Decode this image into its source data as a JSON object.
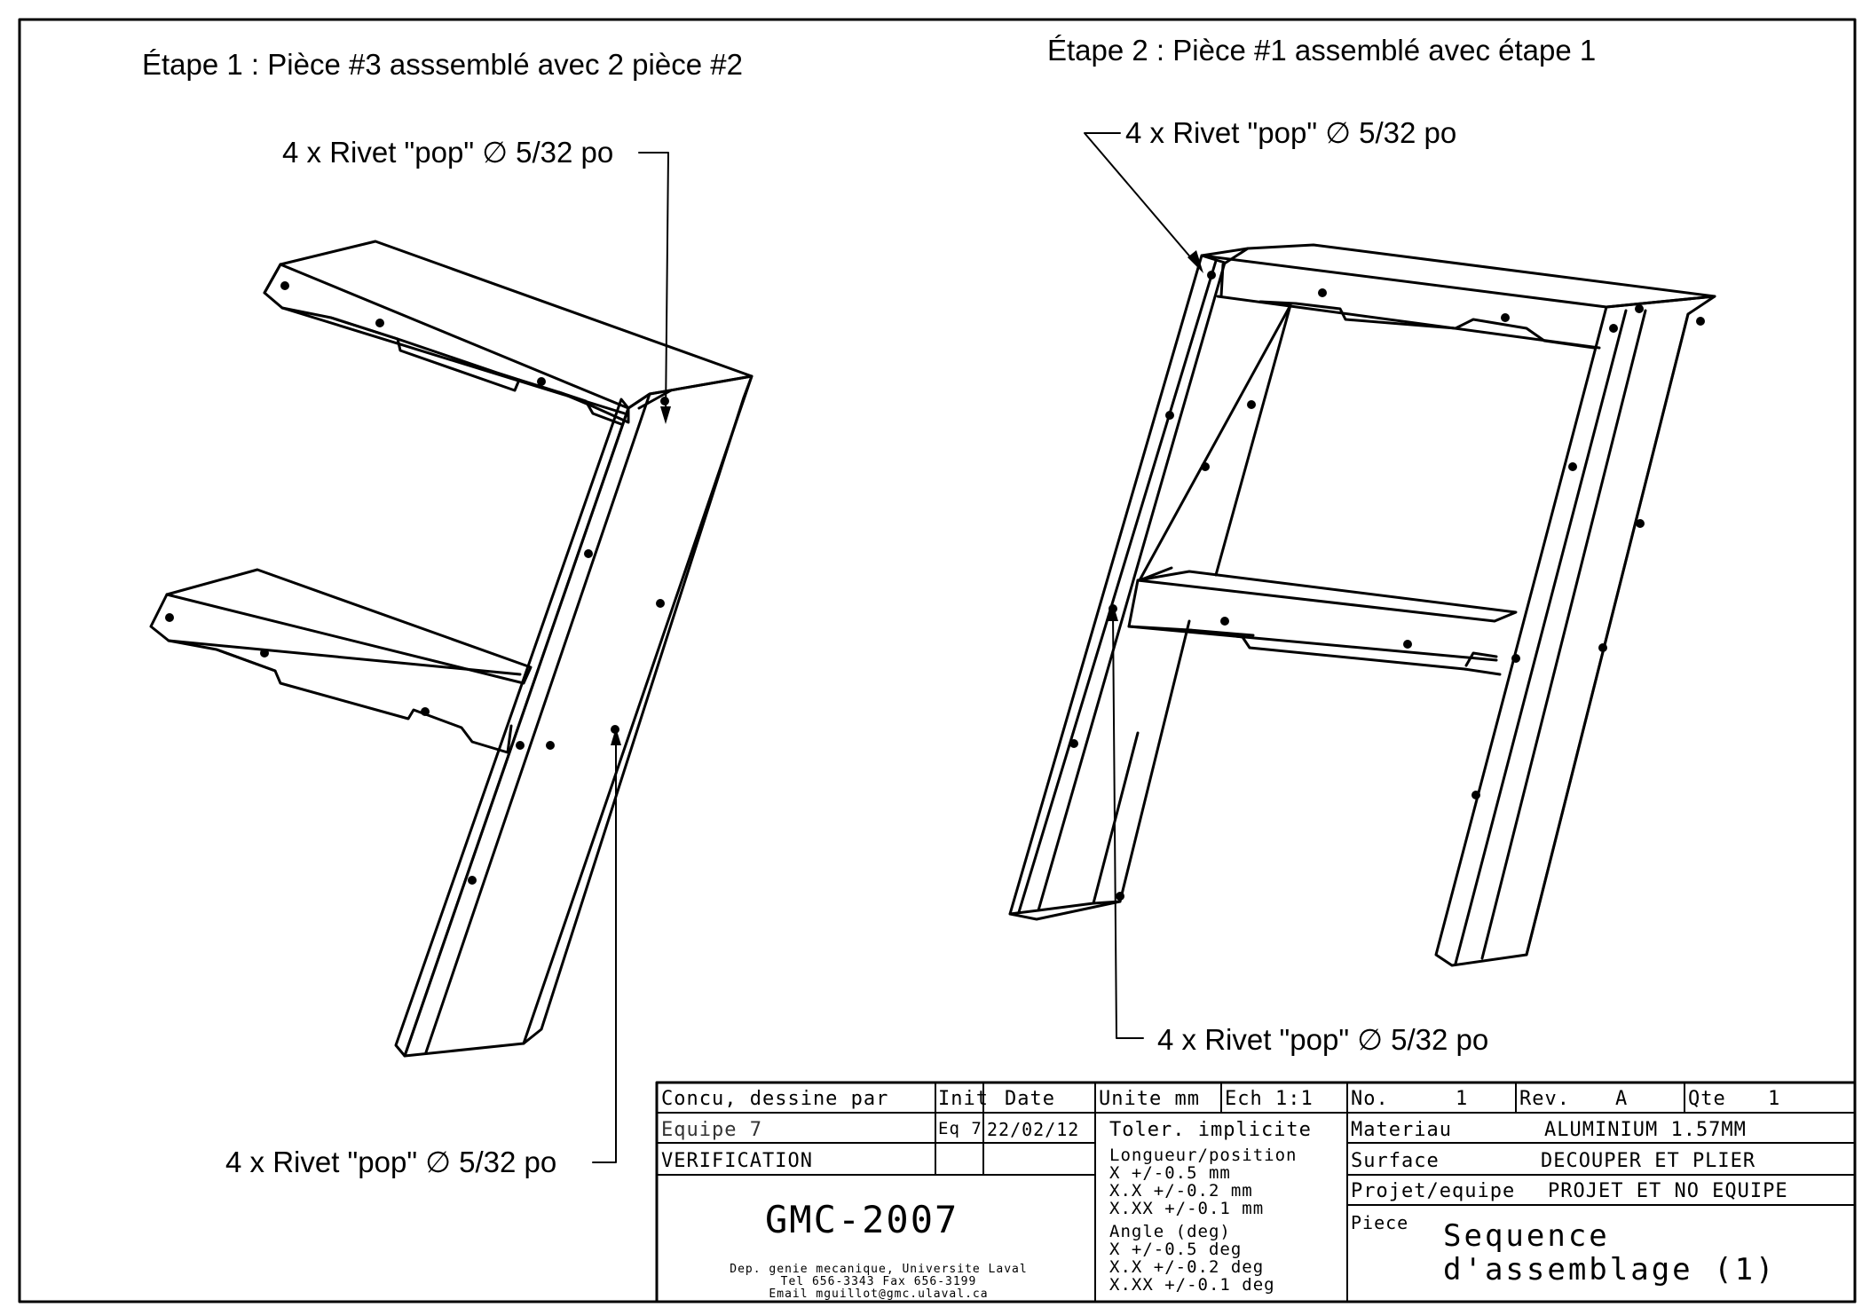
{
  "steps": {
    "step1": "Étape 1 : Pièce #3 asssemblé avec 2 pièce #2",
    "step2": "Étape 2 : Pièce #1 assemblé avec étape 1"
  },
  "callouts": {
    "rivet_a": "4 x Rivet \"pop\" ∅ 5/32 po",
    "rivet_b": "4 x Rivet \"pop\" ∅ 5/32 po",
    "rivet_c": "4 x Rivet \"pop\" ∅ 5/32 po",
    "rivet_d": "4 x Rivet \"pop\" ∅ 5/32 po"
  },
  "title_block": {
    "designed_by_label": "Concu, dessine par",
    "init_label": "Init",
    "date_label": "Date",
    "unit_label": "Unite mm",
    "scale_label": "Ech  1:1",
    "no_label": "No.",
    "no_value": "1",
    "rev_label": "Rev.",
    "rev_value": "A",
    "qty_label": "Qte",
    "qty_value": "1",
    "team": "Equipe 7",
    "init": "Eq 7",
    "date": "22/02/12",
    "tolerance_label": "Toler. implicite",
    "material_label": "Materiau",
    "material_value": "ALUMINIUM 1.57MM",
    "verification_label": "VERIFICATION",
    "tol_length_title": "Longueur/position",
    "tol_x": "X     +/-0.5 mm",
    "tol_xx": "X.X   +/-0.2 mm",
    "tol_xxx": "X.XX  +/-0.1 mm",
    "tol_angle_title": "Angle (deg)",
    "tol_ax": "X     +/-0.5 deg",
    "tol_axx": "X.X   +/-0.2 deg",
    "tol_axxx": "X.XX  +/-0.1 deg",
    "surface_label": "Surface",
    "surface_value": "DECOUPER ET PLIER",
    "project_label": "Projet/equipe",
    "project_value": "PROJET ET NO EQUIPE",
    "piece_label": "Piece",
    "piece_line1": "Sequence",
    "piece_line2": "d'assemblage (1)",
    "course": "GMC-2007",
    "dept1": "Dep. genie mecanique, Universite Laval",
    "dept2": "Tel 656-3343  Fax 656-3199",
    "dept3": "Email mguillot@gmc.ulaval.ca"
  }
}
